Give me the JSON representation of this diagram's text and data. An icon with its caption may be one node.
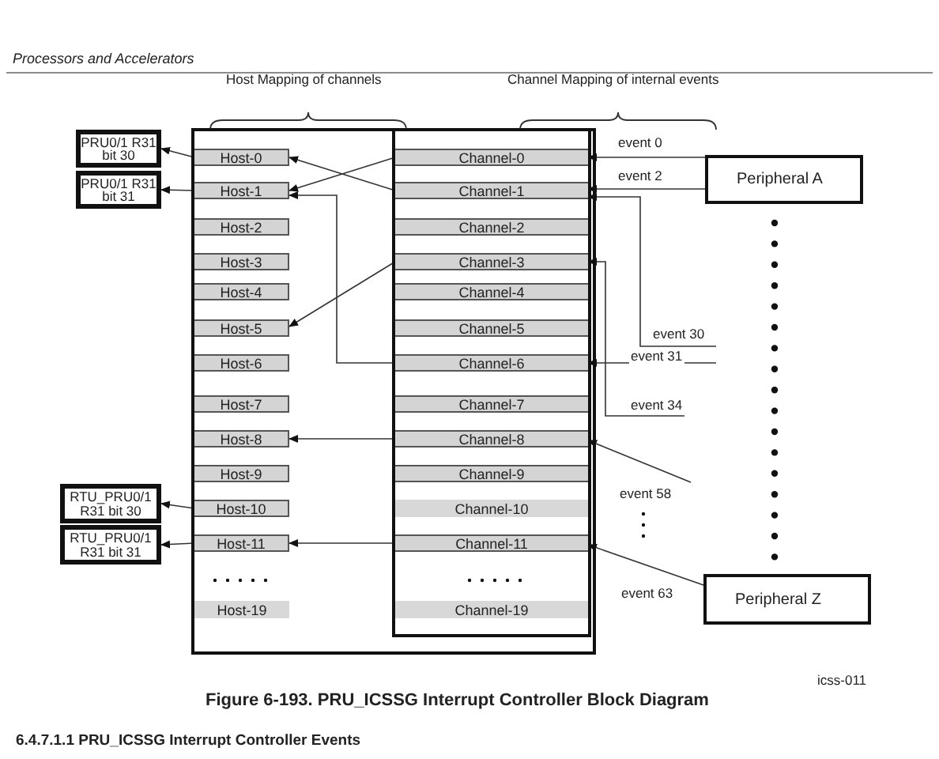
{
  "diagram": {
    "caption": "Figure 6-193. PRU_ICSSG Interrupt Controller Block Diagram",
    "nodes": [
      {
        "text": [],
        "shape": "box"
      },
      {
        "text": [],
        "shape": "box",
        "in": 0
      },
      {
        "text": [
          "Host-0"
        ],
        "in": 0
      },
      {
        "text": [
          "Host-1"
        ],
        "in": 0
      },
      {
        "text": [
          "Host-2"
        ],
        "in": 0
      },
      {
        "text": [
          "Host-3"
        ],
        "in": 0
      },
      {
        "text": [
          "Host-4"
        ],
        "in": 0
      },
      {
        "text": [
          "Host-5"
        ],
        "in": 0
      },
      {
        "text": [
          "Host-6"
        ],
        "in": 0
      },
      {
        "text": [
          "Host-7"
        ],
        "in": 0
      },
      {
        "text": [
          "Host-8"
        ],
        "in": 0
      },
      {
        "text": [
          "Host-9"
        ],
        "in": 0
      },
      {
        "text": [
          "Host-10"
        ],
        "in": 0
      },
      {
        "text": [
          "Host-11"
        ],
        "in": 0
      },
      {
        "text": [
          "Host-19"
        ],
        "in": 0
      },
      {
        "text": [
          "Channel-0"
        ],
        "in": 1
      },
      {
        "text": [
          "Channel-1"
        ],
        "in": 1
      },
      {
        "text": [
          "Channel-2"
        ],
        "in": 1
      },
      {
        "text": [
          "Channel-3"
        ],
        "in": 1
      },
      {
        "text": [
          "Channel-4"
        ],
        "in": 1
      },
      {
        "text": [
          "Channel-5"
        ],
        "in": 1
      },
      {
        "text": [
          "Channel-6"
        ],
        "in": 1
      },
      {
        "text": [
          "Channel-7"
        ],
        "in": 1
      },
      {
        "text": [
          "Channel-8"
        ],
        "in": 1
      },
      {
        "text": [
          "Channel-9"
        ],
        "in": 1
      },
      {
        "text": [
          "Channel-10"
        ],
        "in": 1
      },
      {
        "text": [
          "Channel-11"
        ],
        "in": 1
      },
      {
        "text": [
          "Channel-19"
        ],
        "in": 1
      },
      {
        "text": [
          "PRU0/1 R31 bit 30"
        ]
      },
      {
        "text": [
          "PRU0/1 R31 bit 31"
        ]
      },
      {
        "text": [
          "RTU_PRU0/1 R31 bit 30"
        ]
      },
      {
        "text": [
          "RTU_PRU0/1 R31 bit 31"
        ]
      },
      {
        "text": [
          "Peripheral A"
        ]
      },
      {
        "text": [
          "Peripheral Z"
        ]
      }
    ],
    "edges": [
      {
        "from": 2,
        "to": 28,
        "arrow": "to"
      },
      {
        "from": 3,
        "to": 29,
        "arrow": "to"
      },
      {
        "from": 12,
        "to": 30,
        "arrow": "to"
      },
      {
        "from": 13,
        "to": 31,
        "arrow": "to"
      },
      {
        "from": 16,
        "to": 2,
        "arrow": "to"
      },
      {
        "from": 15,
        "to": 3,
        "arrow": "to"
      },
      {
        "from": 21,
        "to": 3,
        "arrow": "to"
      },
      {
        "from": 18,
        "to": 7,
        "arrow": "to"
      },
      {
        "from": 23,
        "to": 10,
        "arrow": "to"
      },
      {
        "from": 26,
        "to": 13,
        "arrow": "to"
      },
      {
        "from": 32,
        "to": 15,
        "arrow": "to",
        "label": "event 0"
      },
      {
        "from": 32,
        "to": 16,
        "arrow": "to",
        "label": "event 2"
      },
      {
        "from": null,
        "to": 16,
        "arrow": "to",
        "label": "event 30"
      },
      {
        "from": null,
        "to": 21,
        "arrow": "to",
        "label": "event 31"
      },
      {
        "from": null,
        "to": 18,
        "arrow": "to",
        "label": "event 34"
      },
      {
        "from": null,
        "to": 23,
        "arrow": "to",
        "label": "event 58"
      },
      {
        "from": 33,
        "to": 26,
        "arrow": "to",
        "label": "event 63"
      }
    ],
    "labels": [
      "Processors and Accelerators",
      "Host Mapping of channels",
      "Channel Mapping of internal events",
      "icss-011",
      "6.4.7.1.1 PRU_ICSSG Interrupt Controller Events"
    ]
  }
}
